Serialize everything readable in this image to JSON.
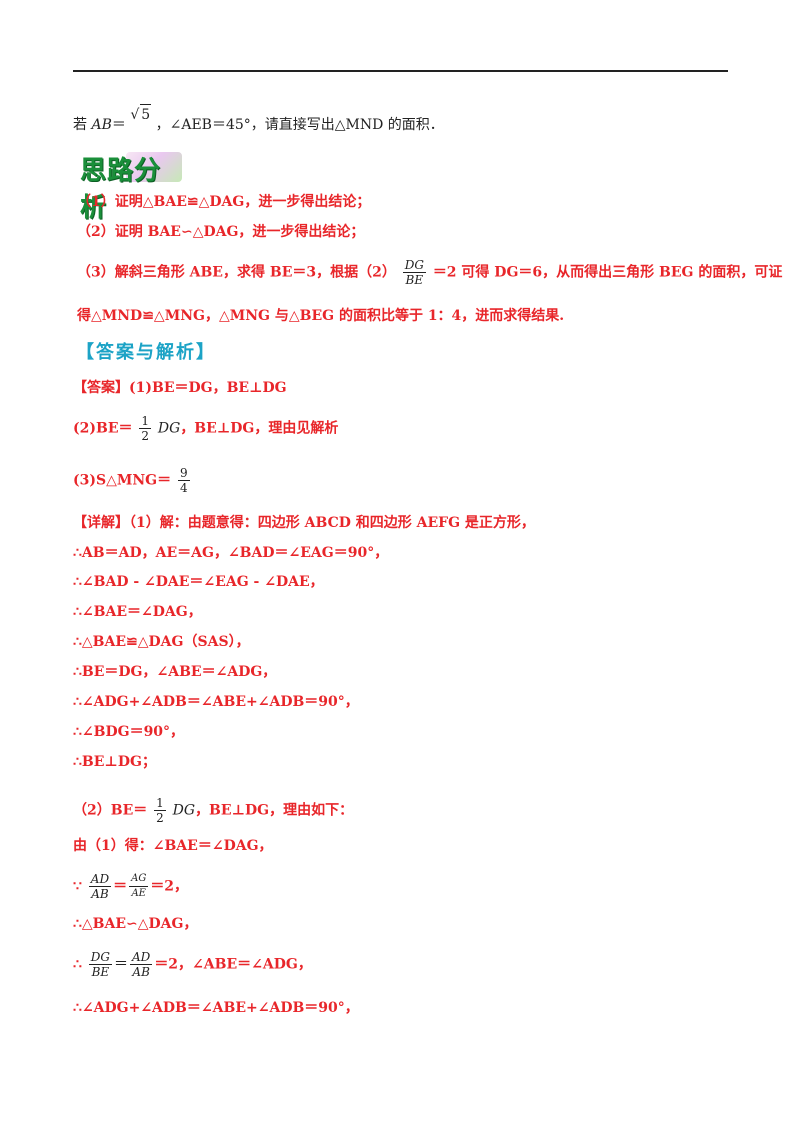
{
  "problem": {
    "prefix": "若 ",
    "ab": "AB",
    "eq": "＝",
    "sqrt_value": "5",
    "angle_text": "，∠AEB＝45°，请直接写出△MND 的面积．"
  },
  "analysis": {
    "logo_text": "思路分析",
    "item1": "（1）证明△BAE≌△DAG，进一步得出结论；",
    "item2": "（2）证明 BAE∽△DAG，进一步得出结论；",
    "item3_a": "（3）解斜三角形 ABE，求得 BE＝3，根据（2）",
    "item3_frac_num": "DG",
    "item3_frac_den": "BE",
    "item3_b": "＝2 可得 DG＝6，从而得出三角形 BEG 的面积，可证",
    "item3_c": "得△MND≌△MNG，△MNG 与△BEG 的面积比等于 1：4，进而求得结果."
  },
  "answer_section": {
    "title": "【答案与解析】",
    "ans_label": "【答案】",
    "ans1": "(1)BE＝DG，BE⊥DG",
    "ans2_a": "(2)BE＝",
    "ans2_frac_num": "1",
    "ans2_frac_den": "2",
    "ans2_b": "DG",
    "ans2_c": "，BE⊥DG，理由见解析",
    "ans3_a": "(3)S△MNG＝",
    "ans3_frac_num": "9",
    "ans3_frac_den": "4"
  },
  "detail": {
    "label": "【详解】",
    "l1": "（1）解：由题意得：四边形 ABCD 和四边形 AEFG 是正方形，",
    "l2": "∴AB＝AD，AE＝AG，∠BAD＝∠EAG＝90°，",
    "l3": "∴∠BAD - ∠DAE＝∠EAG - ∠DAE，",
    "l4": "∴∠BAE＝∠DAG，",
    "l5": "∴△BAE≌△DAG（SAS），",
    "l6": "∴BE＝DG，∠ABE＝∠ADG，",
    "l7": "∴∠ADG+∠ADB＝∠ABE+∠ADB＝90°，",
    "l8": "∴∠BDG＝90°，",
    "l9": "∴BE⊥DG；",
    "p2_a": "（2）BE＝",
    "p2_frac_num": "1",
    "p2_frac_den": "2",
    "p2_b": "DG",
    "p2_c": "，BE⊥DG，理由如下：",
    "p2_l1": "由（1）得：∠BAE＝∠DAG，",
    "p2_l2_pre": "∵",
    "p2_l2_f1_num": "AD",
    "p2_l2_f1_den": "AB",
    "p2_l2_eq": "＝",
    "p2_l2_f2_num": "AG",
    "p2_l2_f2_den": "AE",
    "p2_l2_post": "＝2，",
    "p2_l3": "∴△BAE∽△DAG，",
    "p2_l4_pre": "∴",
    "p2_l4_f1_num": "DG",
    "p2_l4_f1_den": "BE",
    "p2_l4_eq": "＝",
    "p2_l4_f2_num": "AD",
    "p2_l4_f2_den": "AB",
    "p2_l4_post": "＝2，∠ABE＝∠ADG，",
    "p2_l5": "∴∠ADG+∠ADB＝∠ABE+∠ADB＝90°，"
  },
  "colors": {
    "red": "#e8262a",
    "cyan": "#1ca3c6",
    "green": "#1a8f3a"
  }
}
